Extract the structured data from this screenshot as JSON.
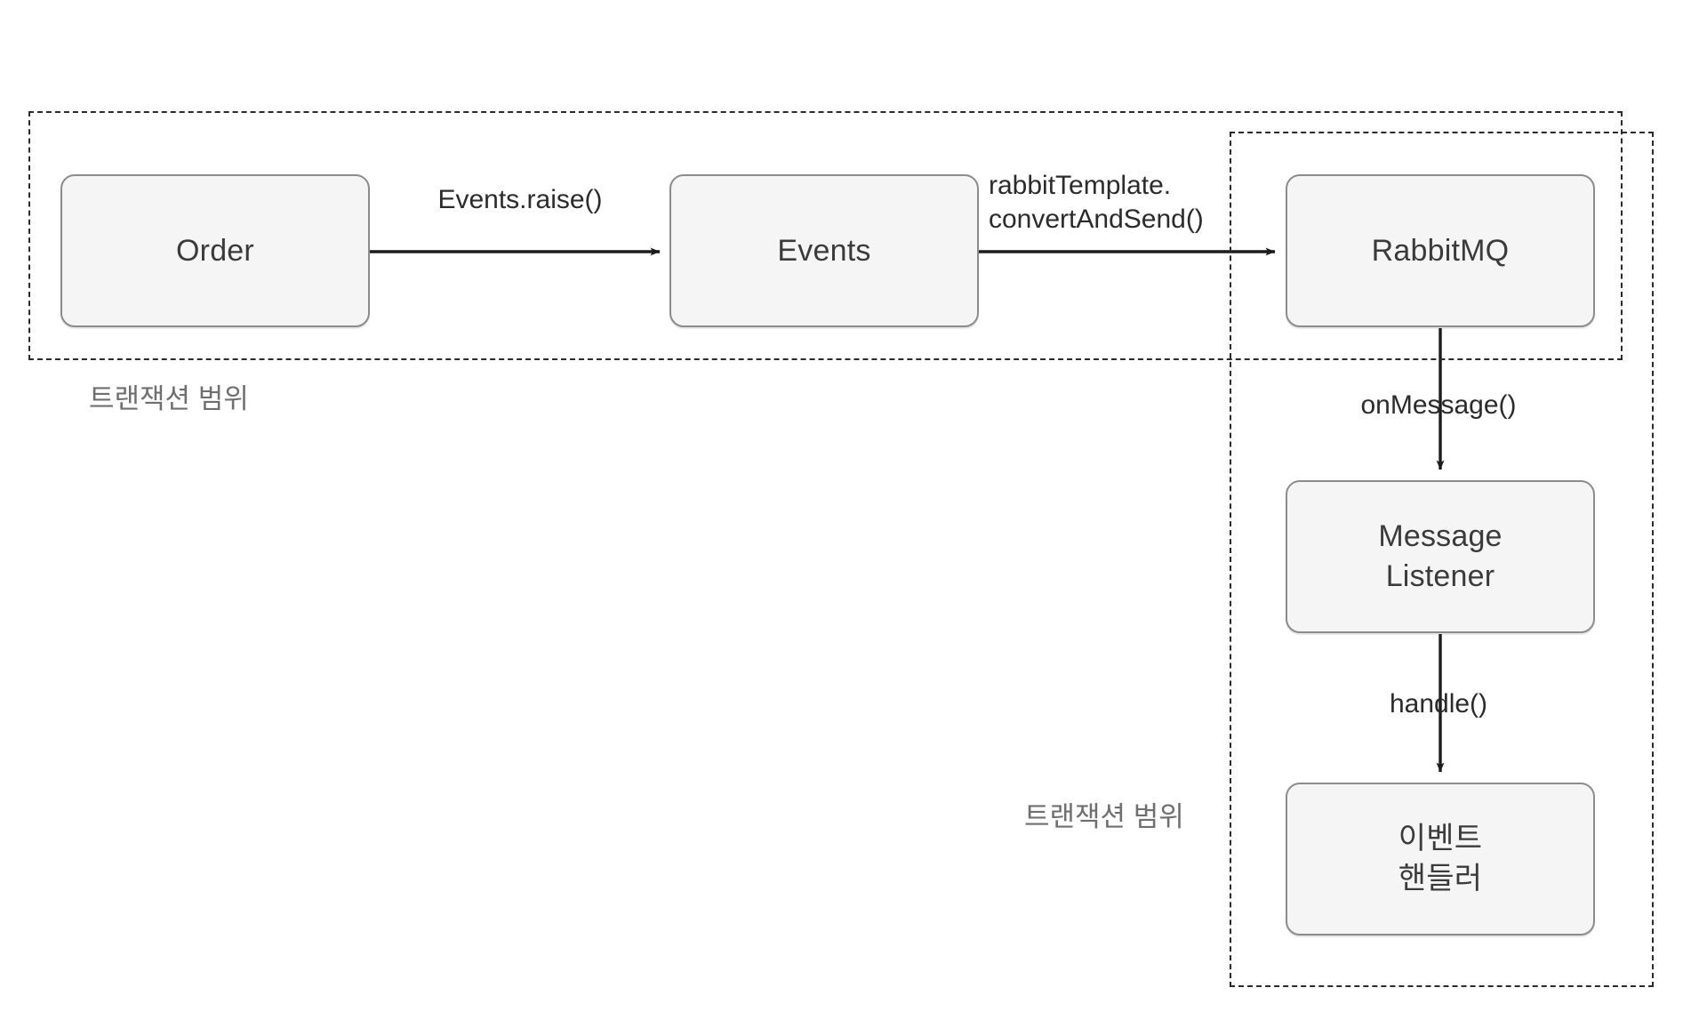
{
  "diagram": {
    "title": "Transactional event publishing with RabbitMQ",
    "colors": {
      "node_fill": "#f5f5f5",
      "node_border": "#8c8c8c",
      "node_text": "#3b3b3b",
      "edge": "#2b2b2b",
      "boundary": "#2b2b2b",
      "caption_text": "#6f6f6f",
      "background": "#ffffff"
    },
    "nodes": [
      {
        "id": "order",
        "label": "Order"
      },
      {
        "id": "events",
        "label": "Events"
      },
      {
        "id": "rabbitmq",
        "label": "RabbitMQ"
      },
      {
        "id": "message-listener",
        "label": "Message\nListener"
      },
      {
        "id": "event-handler",
        "label": "이벤트\n핸들러"
      }
    ],
    "edges": [
      {
        "id": "order-to-events",
        "label": "Events.raise()",
        "from": "order",
        "to": "events",
        "direction": "right"
      },
      {
        "id": "events-to-rabbitmq",
        "label": "rabbitTemplate.\nconvertAndSend()",
        "from": "events",
        "to": "rabbitmq",
        "direction": "right"
      },
      {
        "id": "rabbitmq-to-message-listener",
        "label": "onMessage()",
        "from": "rabbitmq",
        "to": "message-listener",
        "direction": "down"
      },
      {
        "id": "listener-to-event-handler",
        "label": "handle()",
        "from": "message-listener",
        "to": "event-handler",
        "direction": "down"
      }
    ],
    "boundaries": [
      {
        "id": "producer-transaction-scope",
        "caption": "트랜잭션 범위",
        "style": "dashed"
      },
      {
        "id": "consumer-transaction-scope",
        "caption": "트랜잭션 범위",
        "style": "dashed"
      }
    ]
  }
}
